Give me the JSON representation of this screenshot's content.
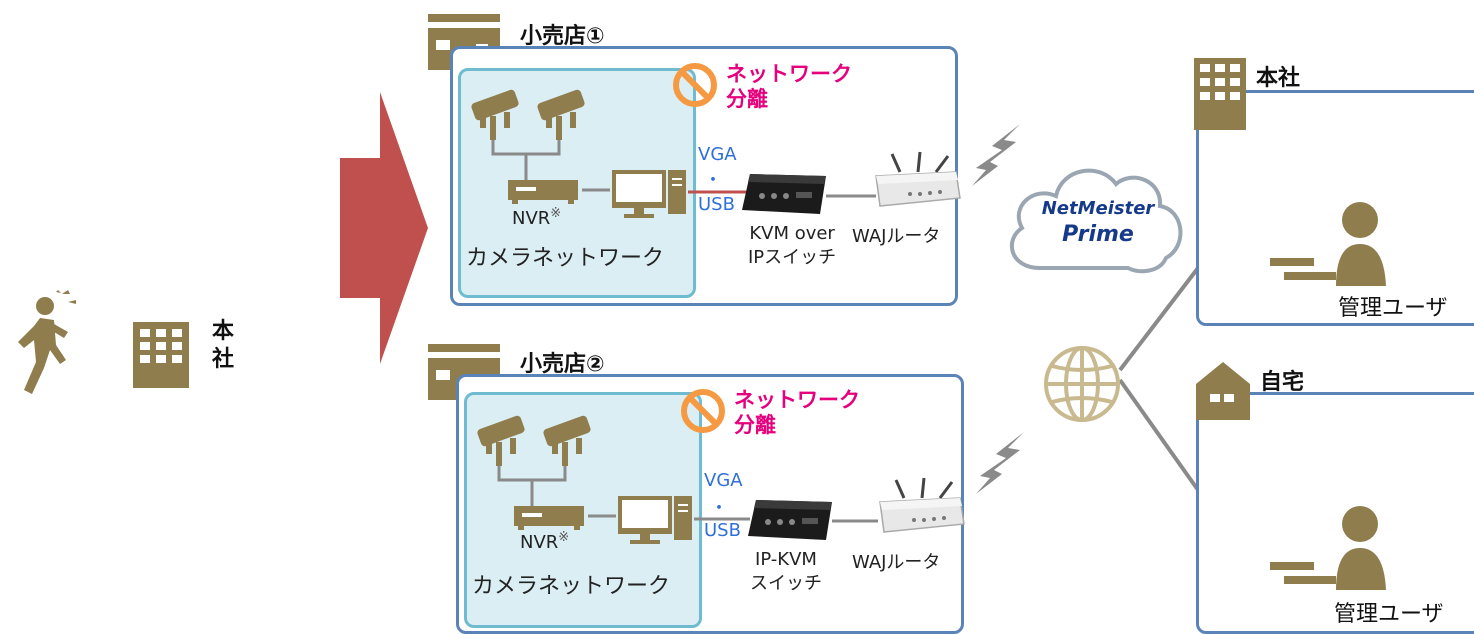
{
  "left": {
    "hq_label": "本\n社",
    "hq_label_line1": "本",
    "hq_label_line2": "社"
  },
  "stores": [
    {
      "name": "小売店①",
      "separation_line1": "ネットワーク",
      "separation_line2": "分離",
      "nvr": "NVR",
      "nvr_mark": "※",
      "camera_network": "カメラネットワーク",
      "vga": "VGA",
      "dot": "・",
      "usb": "USB",
      "switch_line1": "KVM over",
      "switch_line2": "IPスイッチ",
      "router": "WAJルータ"
    },
    {
      "name": "小売店②",
      "separation_line1": "ネットワーク",
      "separation_line2": "分離",
      "nvr": "NVR",
      "nvr_mark": "※",
      "camera_network": "カメラネットワーク",
      "vga": "VGA",
      "dot": "・",
      "usb": "USB",
      "switch_line1": "IP-KVM",
      "switch_line2": "スイッチ",
      "router": "WAJルータ"
    }
  ],
  "cloud": {
    "logo_line1": "NetMeister",
    "logo_line2": "Prime"
  },
  "offices": [
    {
      "name": "本社",
      "user": "管理ユーザ"
    },
    {
      "name": "自宅",
      "user": "管理ユーザ"
    }
  ],
  "colors": {
    "building": "#8f7d4d",
    "arrow": "#c0504d",
    "store_border": "#5a84b8",
    "camera_border": "#6fbcd0",
    "camera_fill": "#dbeef3",
    "pink": "#e6007e",
    "vga_usb": "#2f6fd8",
    "prohibit": "#f59a42"
  },
  "icons": [
    "running-person-icon",
    "building-icon",
    "shop-icon",
    "security-camera-icon",
    "nvr-recorder-icon",
    "desktop-pc-icon",
    "kvm-switch-icon",
    "wireless-router-icon",
    "lightning-icon",
    "cloud-icon",
    "globe-icon",
    "house-icon",
    "user-at-laptop-icon",
    "prohibited-icon"
  ]
}
